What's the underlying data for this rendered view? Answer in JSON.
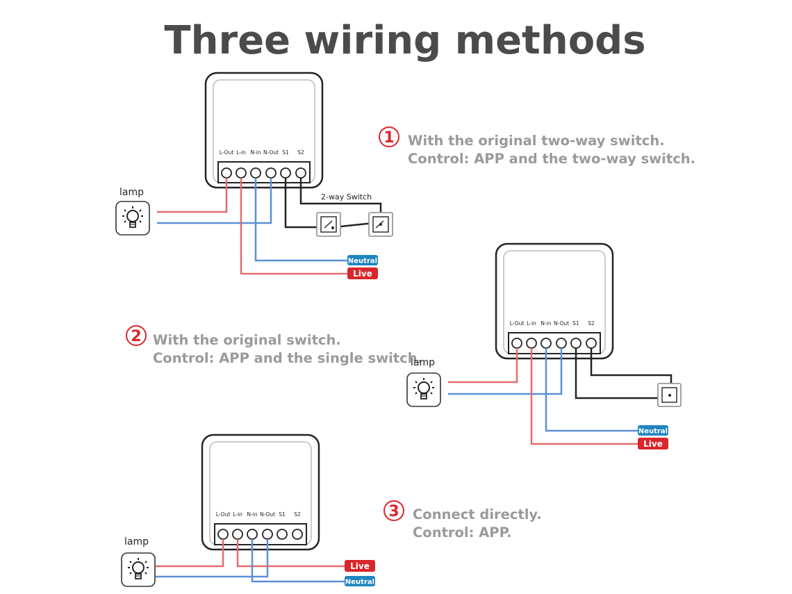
{
  "title": "Three wiring methods",
  "terminals": [
    "L-Out",
    "L-in",
    "N-in",
    "N-Out",
    "S1",
    "S2"
  ],
  "labels": {
    "lamp": "lamp",
    "neutral": "Neutral",
    "live": "Live",
    "two_way_switch": "2-way Switch"
  },
  "methods": [
    {
      "number": "1",
      "line1": "With the original two-way switch.",
      "line2": "Control: APP and the two-way switch."
    },
    {
      "number": "2",
      "line1": "With the original switch.",
      "line2": "Control: APP and the single switch."
    },
    {
      "number": "3",
      "line1": "Connect directly.",
      "line2": "Control: APP."
    }
  ],
  "colors": {
    "live_wire": "#e36b6b",
    "neutral_wire": "#5b8fd6",
    "switch_wire": "#222222",
    "live_tag": "#d8262c",
    "neutral_tag": "#1f86c0",
    "accent_number": "#d8262c"
  }
}
